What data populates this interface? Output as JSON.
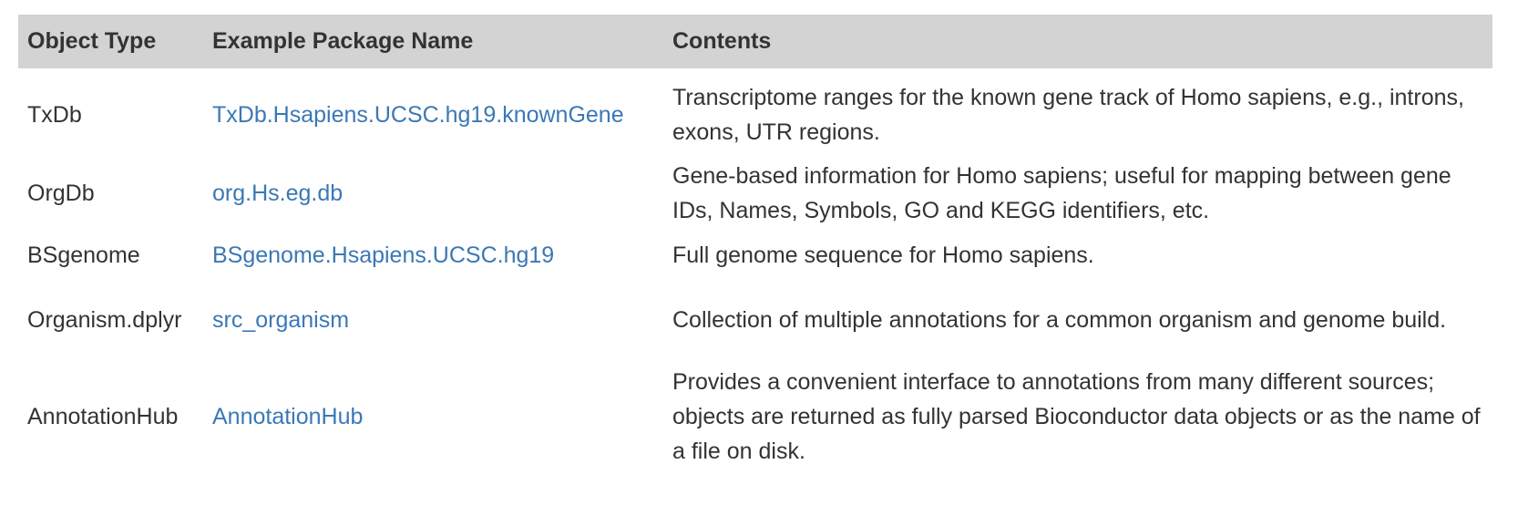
{
  "table": {
    "headers": [
      "Object Type",
      "Example Package Name",
      "Contents"
    ],
    "rows": [
      {
        "type": "TxDb",
        "package": "TxDb.Hsapiens.UCSC.hg19.knownGene",
        "contents": "Transcriptome ranges for the known gene track of Homo sapiens, e.g., introns, exons, UTR regions."
      },
      {
        "type": "OrgDb",
        "package": "org.Hs.eg.db",
        "contents": "Gene-based information for Homo sapiens; useful for mapping between gene IDs, Names, Symbols, GO and KEGG identifiers, etc."
      },
      {
        "type": "BSgenome",
        "package": "BSgenome.Hsapiens.UCSC.hg19",
        "contents": "Full genome sequence for Homo sapiens."
      },
      {
        "type": "Organism.dplyr",
        "package": "src_organism",
        "contents": "Collection of multiple annotations for a common organism and genome build."
      },
      {
        "type": "AnnotationHub",
        "package": "AnnotationHub",
        "contents": "Provides a convenient interface to annotations from many different sources; objects are returned as fully parsed Bioconductor data objects or as the name of a file on disk."
      }
    ]
  },
  "colors": {
    "header_bg": "#d3d3d3",
    "text": "#333333",
    "link": "#3b78b6"
  }
}
